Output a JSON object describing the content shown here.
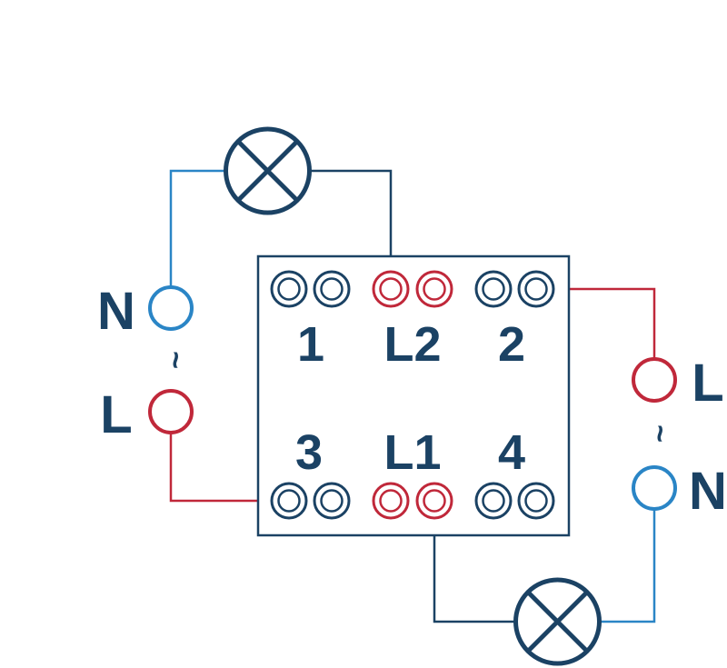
{
  "colors": {
    "dark": "#1b4264",
    "red": "#c0283a",
    "blue": "#2a85c6"
  },
  "icons": {
    "lamp": "lamp-icon",
    "terminal": "terminal-icon"
  },
  "terminals": {
    "top": [
      "1",
      "L2",
      "2"
    ],
    "bottom": [
      "3",
      "L1",
      "4"
    ]
  },
  "left_supply": {
    "top_label": "N",
    "separator": "~",
    "bottom_label": "L"
  },
  "right_supply": {
    "top_label": "L",
    "separator": "~",
    "bottom_label": "N"
  }
}
